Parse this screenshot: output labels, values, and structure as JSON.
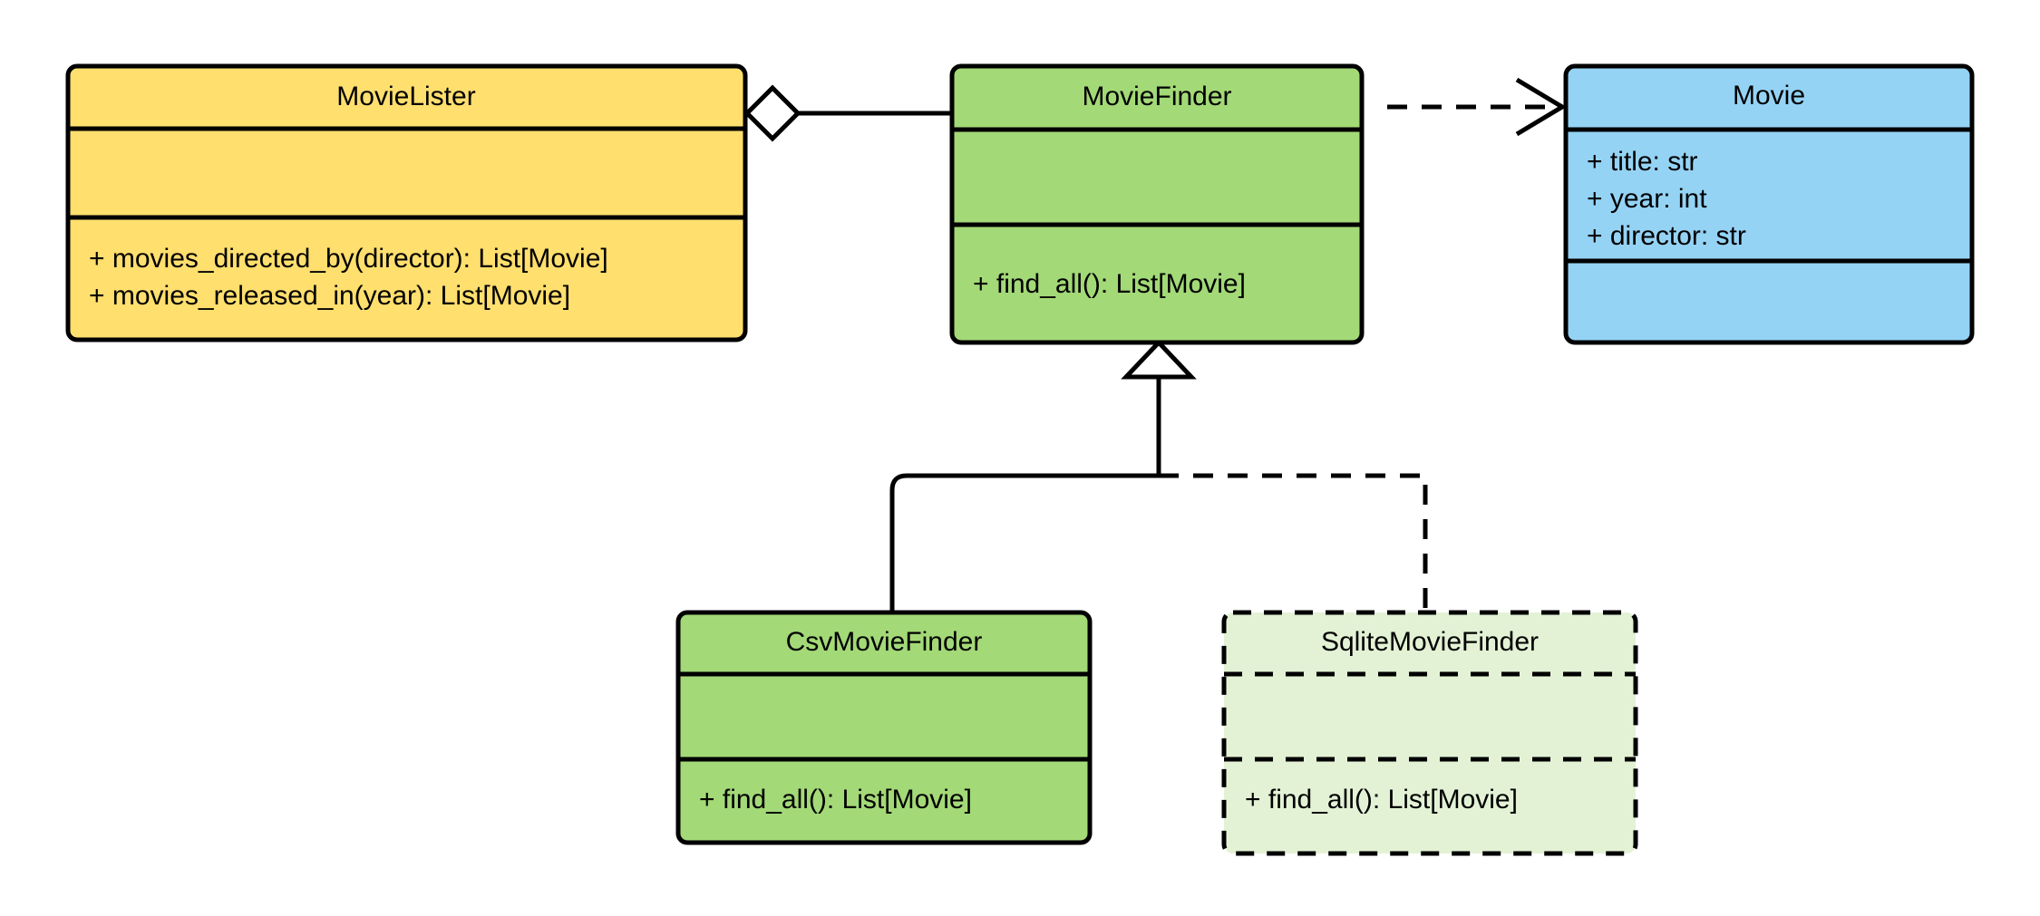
{
  "diagram": {
    "kind": "uml-class-diagram",
    "background": "#ffffff",
    "line_color": "#000000"
  },
  "palette": {
    "yellow": "#FFDF6E",
    "green": "#A3D977",
    "blue": "#95D3F5",
    "pale_green": "#E3F2D5",
    "stroke": "#000000",
    "white": "#FFFFFF"
  },
  "classes": {
    "movie_lister": {
      "name": "MovieLister",
      "fill": "#FFDF6E",
      "style": "solid",
      "attributes": [],
      "methods": [
        "+ movies_directed_by(director): List[Movie]",
        "+ movies_released_in(year): List[Movie]"
      ]
    },
    "movie_finder": {
      "name": "MovieFinder",
      "fill": "#A3D977",
      "style": "solid",
      "attributes": [],
      "methods": [
        "+ find_all(): List[Movie]"
      ]
    },
    "movie": {
      "name": "Movie",
      "fill": "#95D3F5",
      "style": "solid",
      "attributes": [
        "+ title: str",
        "+ year: int",
        "+ director: str"
      ],
      "methods": []
    },
    "csv_movie_finder": {
      "name": "CsvMovieFinder",
      "fill": "#A3D977",
      "style": "solid",
      "attributes": [],
      "methods": [
        "+ find_all(): List[Movie]"
      ]
    },
    "sqlite_movie_finder": {
      "name": "SqliteMovieFinder",
      "fill": "#E3F2D5",
      "style": "dashed",
      "attributes": [],
      "methods": [
        "+ find_all(): List[Movie]"
      ]
    }
  },
  "relationships": [
    {
      "id": "lister-finder",
      "type": "aggregation",
      "from": "MovieLister",
      "to": "MovieFinder",
      "line": "solid",
      "marker": "hollow-diamond"
    },
    {
      "id": "finder-movie",
      "type": "dependency",
      "from": "MovieFinder",
      "to": "Movie",
      "line": "dashed",
      "marker": "open-arrow"
    },
    {
      "id": "csv-finder",
      "type": "generalization",
      "from": "CsvMovieFinder",
      "to": "MovieFinder",
      "line": "solid",
      "marker": "hollow-triangle"
    },
    {
      "id": "sqlite-finder",
      "type": "generalization",
      "from": "SqliteMovieFinder",
      "to": "MovieFinder",
      "line": "dashed",
      "marker": "hollow-triangle"
    }
  ]
}
